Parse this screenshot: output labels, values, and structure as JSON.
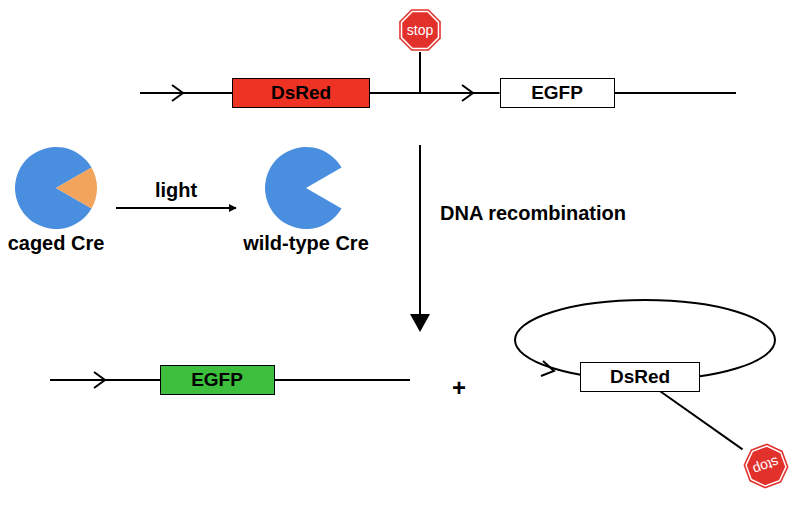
{
  "diagram": {
    "nodes": [
      {
        "text": [
          "stop"
        ]
      },
      {
        "text": [
          "DsRed"
        ]
      },
      {
        "text": [
          "EGFP"
        ]
      },
      {
        "text": [
          "caged Cre"
        ]
      },
      {
        "text": [
          "wild-type Cre"
        ]
      },
      {
        "text": [
          "EGFP"
        ]
      },
      {
        "text": [
          "DsRed"
        ]
      },
      {
        "text": [
          "stop"
        ]
      }
    ],
    "edges": [
      {
        "from": 1,
        "to": 2,
        "arrow": "none"
      },
      {
        "from": 3,
        "to": 4,
        "label": "light",
        "arrow": "to"
      },
      {
        "from": 6,
        "to": 7,
        "arrow": "none"
      }
    ],
    "labels": [
      "DNA recombination",
      "+"
    ]
  }
}
